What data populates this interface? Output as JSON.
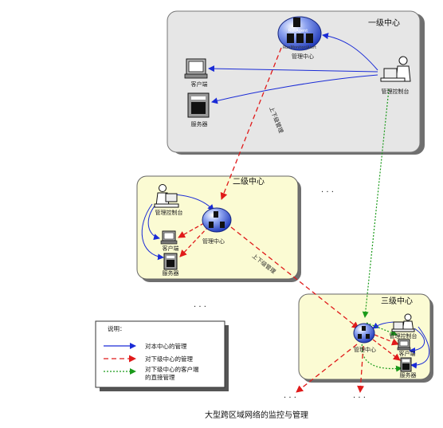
{
  "title": "大型跨区域网络的监控与管理",
  "zones": {
    "level1": {
      "name": "一级中心"
    },
    "level2": {
      "name": "二级中心"
    },
    "level3": {
      "name": "三级中心"
    }
  },
  "nodes": {
    "mgmt_center": "管理中心",
    "console": "管理控制台",
    "client": "客户端",
    "server": "服务器",
    "server_tag_top": "RunAgent",
    "server_tag_bottom": "RunMonitor/Alert"
  },
  "edge_labels": {
    "l1_to_l2": "上下级管理",
    "l2_to_l3": "上下级管理"
  },
  "ellipsis": "· · ·",
  "legend": {
    "heading": "说明：",
    "items": [
      {
        "label": "对本中心的管理",
        "style": "solid",
        "color": "#1a2bd6"
      },
      {
        "label": "对下级中心的管理",
        "style": "dashed",
        "color": "#e01a1a"
      },
      {
        "label": "对下级中心的客户端的直接管理",
        "style": "dotted",
        "color": "#1a9a1a"
      }
    ]
  },
  "colors": {
    "level1_bg": "#e6e6e6",
    "sub_bg": "#fbfbd3",
    "self_mgmt": "#1a2bd6",
    "sub_mgmt": "#e01a1a",
    "direct_mgmt": "#1a9a1a"
  }
}
